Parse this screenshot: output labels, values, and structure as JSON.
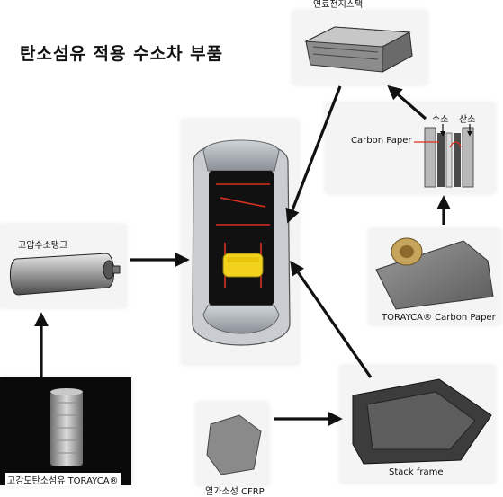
{
  "title": "탄소섬유 적용 수소차 부품",
  "components": {
    "fuel_cell_stack": "연료전지스택",
    "carbon_paper_label": "Carbon Paper",
    "hydrogen": "수소",
    "oxygen": "산소",
    "toray_carbon_paper": "TORAYCA® Carbon Paper",
    "hydrogen_tank": "고압수소탱크",
    "carbon_fiber": "고강도탄소섬유 TORAYCA®",
    "cfrp": "열가소성 CFRP",
    "stack_frame": "Stack frame"
  },
  "colors": {
    "arrow": "#111111",
    "wire": "#d9301f",
    "battery": "#f2d21c",
    "panel": "#f4f4f4"
  }
}
